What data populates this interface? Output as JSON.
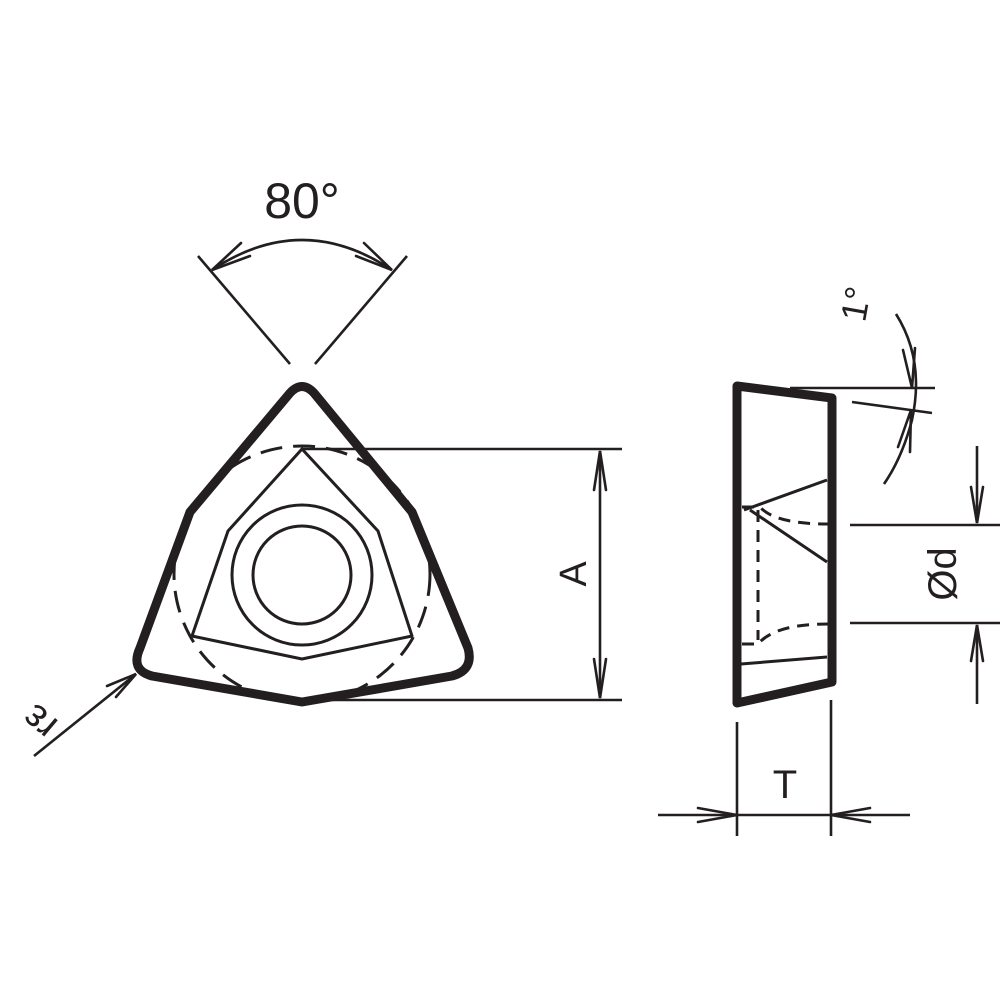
{
  "drawing": {
    "type": "cutting-insert-dimension-drawing",
    "views": [
      "top-view",
      "side-view"
    ],
    "stroke_color": "#231f20",
    "background": "#ffffff"
  },
  "labels": {
    "angle_top": "80°",
    "corner_radius": "rε",
    "inscribed_dimension": "A",
    "clearance_angle": "1°",
    "hole_diameter": "Ød",
    "thickness": "T"
  }
}
